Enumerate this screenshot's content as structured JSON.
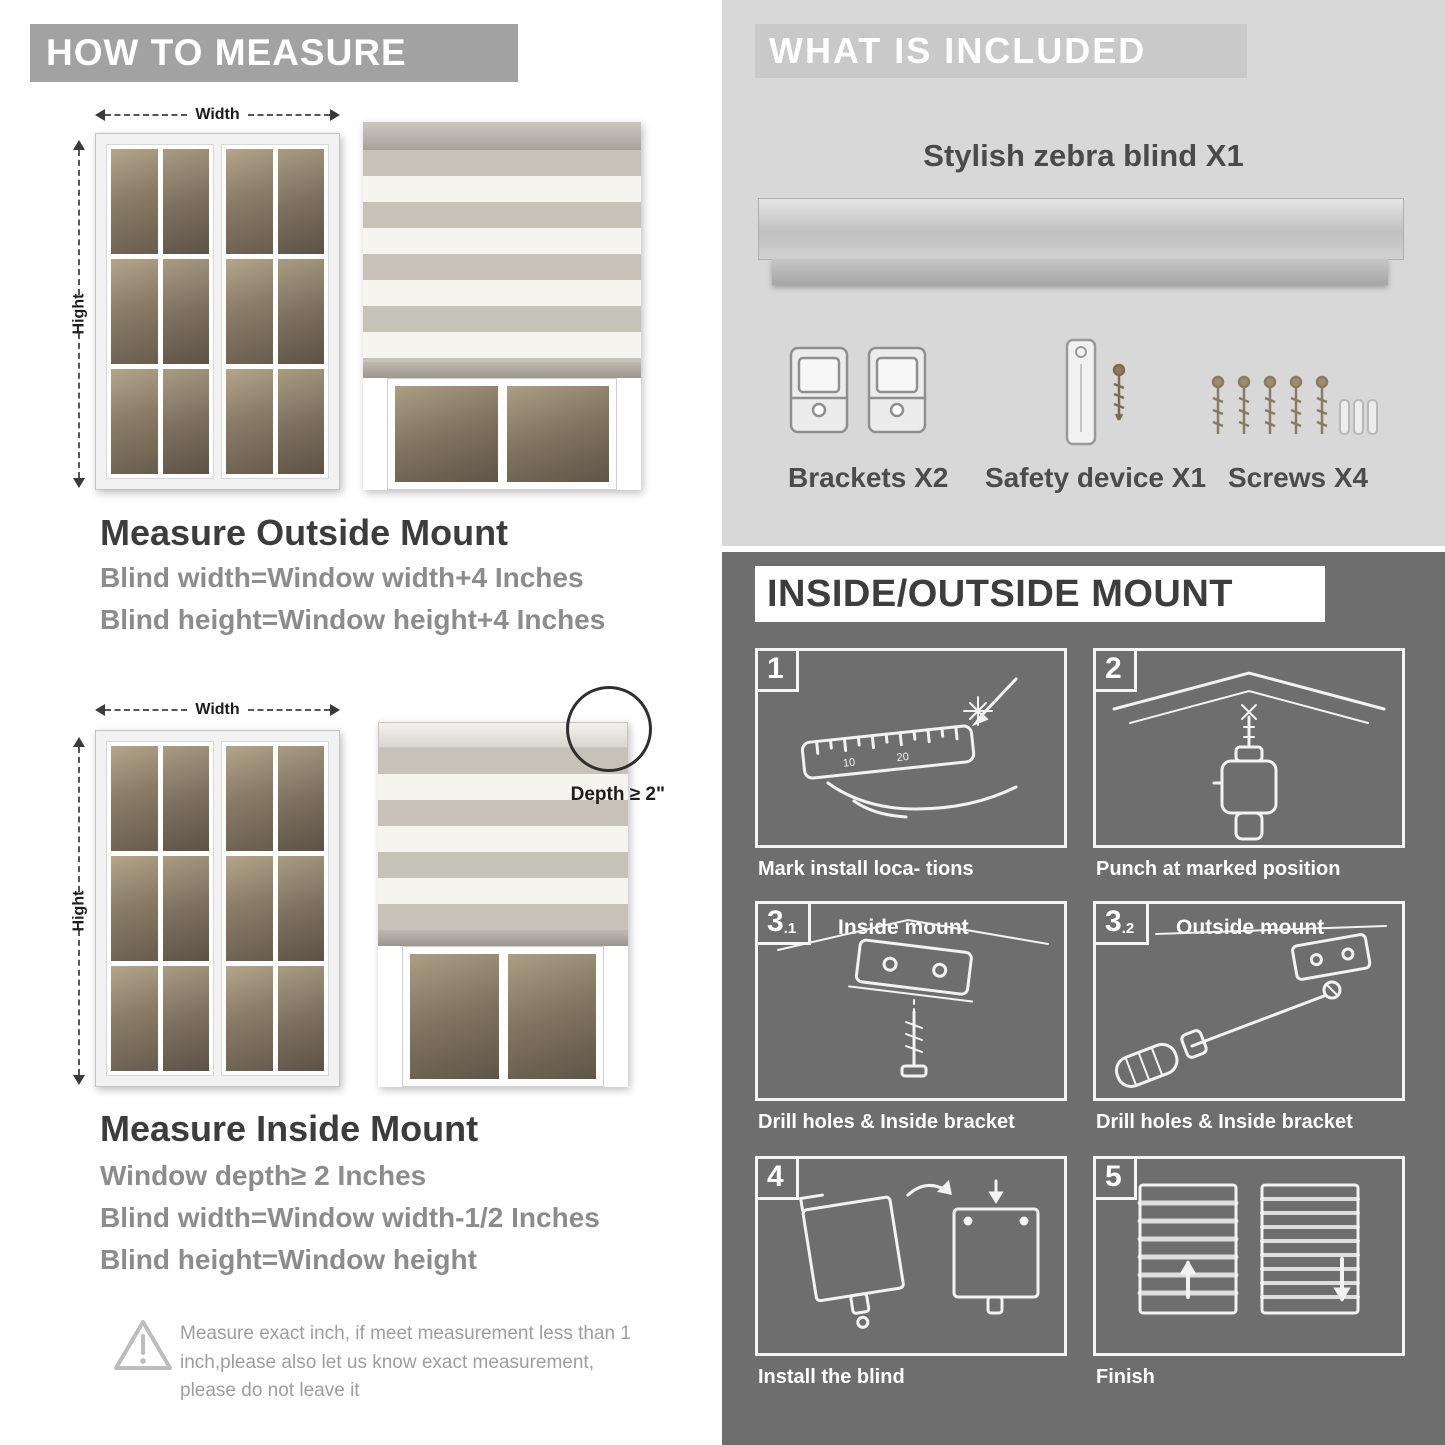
{
  "colors": {
    "left_header": "#a2a2a2",
    "included_panel": "#d8d8d8",
    "mount_panel": "#6e6e6e"
  },
  "left": {
    "header": "HOW TO MEASURE",
    "width_label": "Width",
    "height_label": "Hight",
    "outside": {
      "heading": "Measure Outside Mount",
      "line1": "Blind width=Window width+4 Inches",
      "line2": "Blind height=Window height+4 Inches"
    },
    "inside": {
      "heading": "Measure Inside Mount",
      "line1": "Window depth≥ 2 Inches",
      "line2": "Blind width=Window width-1/2 Inches",
      "line3": "Blind height=Window height",
      "depth_label": "Depth ≥ 2\""
    },
    "warning": "Measure exact inch, if meet measurement less than 1 inch,please also let us know exact measurement, please do not leave it"
  },
  "included": {
    "header": "WHAT IS INCLUDED",
    "product": "Stylish zebra blind X1",
    "items": [
      {
        "label": "Brackets X2"
      },
      {
        "label": "Safety device X1"
      },
      {
        "label": "Screws X4"
      }
    ]
  },
  "mount": {
    "header": "INSIDE/OUTSIDE MOUNT",
    "steps": [
      {
        "num": "1",
        "caption": "Mark install loca- tions"
      },
      {
        "num": "2",
        "caption": "Punch at  marked position"
      },
      {
        "num": "3",
        "sub": ".1",
        "title": "Inside mount",
        "caption": "Drill holes &  Inside bracket"
      },
      {
        "num": "3",
        "sub": ".2",
        "title": "Outside mount",
        "caption": "Drill holes &  Inside bracket"
      },
      {
        "num": "4",
        "caption": "Install the blind"
      },
      {
        "num": "5",
        "caption": "Finish"
      }
    ]
  }
}
